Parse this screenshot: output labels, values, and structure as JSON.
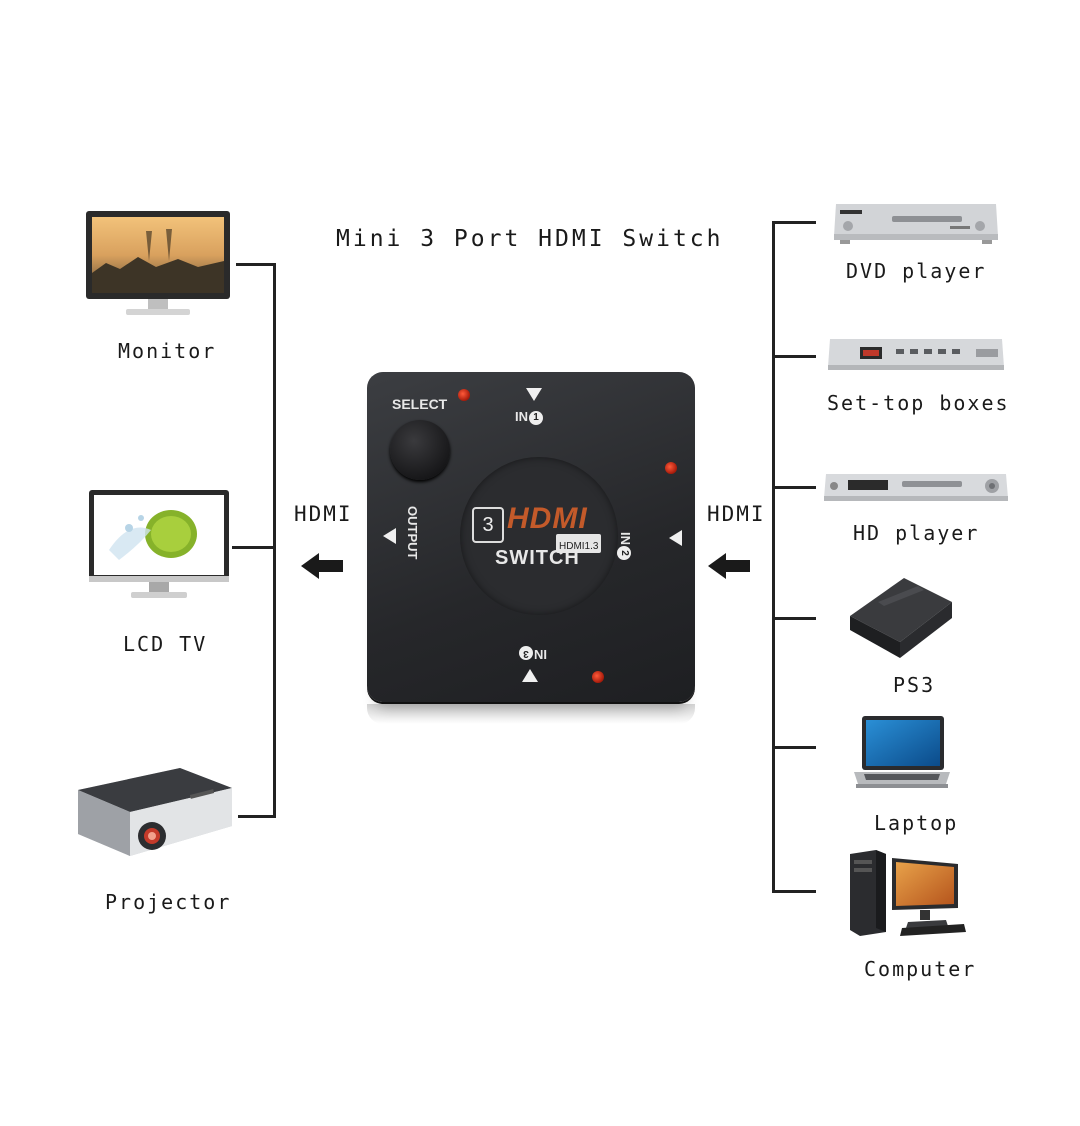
{
  "title": "Mini 3 Port HDMI Switch",
  "hdmi_left": "HDMI",
  "hdmi_right": "HDMI",
  "outputs": [
    {
      "label": "Monitor",
      "icon": "monitor-icon"
    },
    {
      "label": "LCD TV",
      "icon": "lcd-tv-icon"
    },
    {
      "label": "Projector",
      "icon": "projector-icon"
    }
  ],
  "inputs": [
    {
      "label": "DVD player",
      "icon": "dvd-player-icon"
    },
    {
      "label": "Set-top boxes",
      "icon": "set-top-box-icon"
    },
    {
      "label": "HD player",
      "icon": "hd-player-icon"
    },
    {
      "label": "PS3",
      "icon": "ps3-icon"
    },
    {
      "label": "Laptop",
      "icon": "laptop-icon"
    },
    {
      "label": "Computer",
      "icon": "computer-icon"
    }
  ],
  "switch": {
    "select": "SELECT",
    "in1": "IN",
    "in2": "IN",
    "in3": "IN",
    "output": "OUTPUT",
    "port_count": "3",
    "brand": "HDMI",
    "version": "HDMI1.3",
    "name": "SWITCH"
  }
}
